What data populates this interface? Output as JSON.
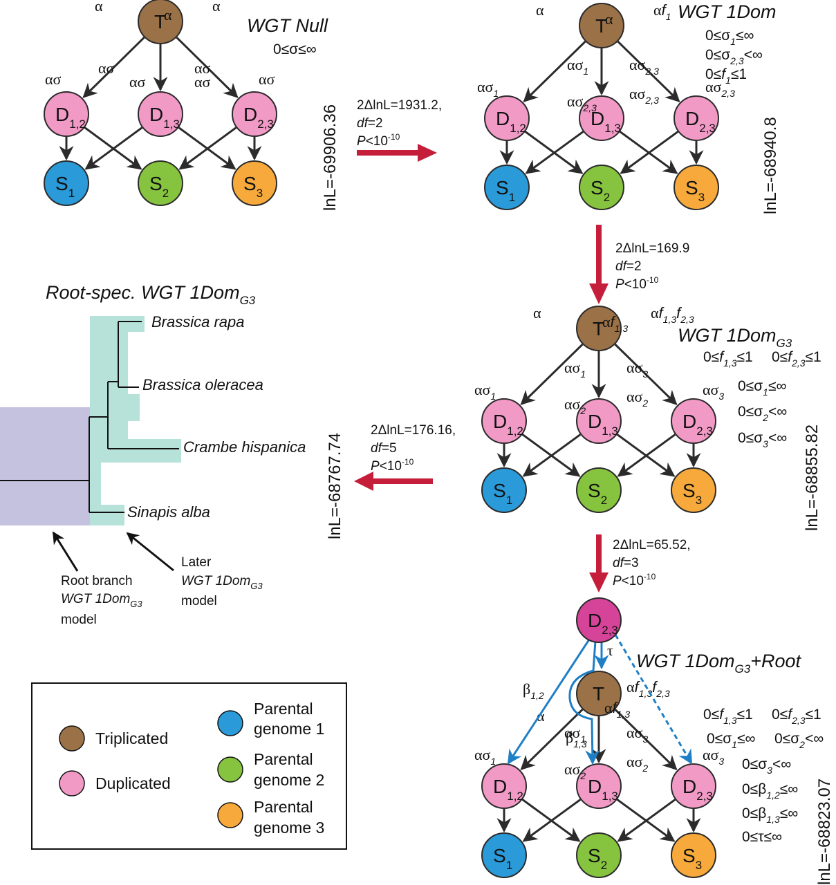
{
  "colors": {
    "triplicated": "#9b7147",
    "duplicated": "#f29ac6",
    "root_duplicated": "#d6449a",
    "genome1": "#2a9ad8",
    "genome2": "#86c43f",
    "genome3": "#f7aa3b",
    "test_arrow": "#c41e3a",
    "root_edge": "#1f7fc6",
    "root_branch_shade": "#c5c2e0",
    "later_shade": "#b7e2da",
    "edge": "#2b2b2b"
  },
  "models": {
    "null": {
      "title": "WGT Null",
      "constraints": [
        "0≤σ≤∞"
      ],
      "lnl": "lnL=-69906.36",
      "edges": {
        "t_d12": "α",
        "t_d13": "α",
        "t_d23": "α",
        "d12_s1": "ασ",
        "d12_s2": "ασ",
        "d13_s1": "ασ",
        "d13_s3": "ασ",
        "d23_s2": "ασ",
        "d23_s3": "ασ"
      }
    },
    "onedom": {
      "title": "WGT 1Dom",
      "constraints": [
        {
          "pre": "0≤σ",
          "sub": "1",
          "post": "≤∞"
        },
        {
          "pre": "0≤σ",
          "sub": "2,3",
          "post": "<∞"
        },
        {
          "pre": "0≤f",
          "sub": "1",
          "post": "≤1"
        }
      ],
      "lnl": "lnL=-68940.8",
      "edges": {
        "t_d12": "α",
        "t_d13": "α",
        "t_d23": {
          "main": "αf",
          "sub": "1"
        },
        "d12_s1": {
          "main": "ασ",
          "sub": "1"
        },
        "d12_s2": {
          "main": "ασ",
          "sub": "2,3"
        },
        "d13_s1": {
          "main": "ασ",
          "sub": "1"
        },
        "d13_s3": {
          "main": "ασ",
          "sub": "2,3"
        },
        "d23_s2": {
          "main": "ασ",
          "sub": "2,3"
        },
        "d23_s3": {
          "main": "ασ",
          "sub": "2,3"
        }
      }
    },
    "onedom_g3": {
      "title_main": "WGT 1Dom",
      "title_sub": "G3",
      "constraints": [
        {
          "pre": "0≤f",
          "sub": "1,3",
          "post": "≤1"
        },
        {
          "pre": "0≤f",
          "sub": "2,3",
          "post": "≤1"
        },
        {
          "pre": "0≤σ",
          "sub": "1",
          "post": "≤∞"
        },
        {
          "pre": "0≤σ",
          "sub": "2",
          "post": "<∞"
        },
        {
          "pre": "0≤σ",
          "sub": "3",
          "post": "<∞"
        }
      ],
      "lnl": "lnL=-68855.82",
      "edges": {
        "t_d12": "α",
        "t_d13": {
          "main": "αf",
          "sub": "1,3"
        },
        "t_d23": {
          "main": "αf",
          "sub": "1,3",
          "main2": "f",
          "sub2": "2,3"
        },
        "d12_s1": {
          "main": "ασ",
          "sub": "1"
        },
        "d12_s2": {
          "main": "ασ",
          "sub": "2"
        },
        "d13_s1": {
          "main": "ασ",
          "sub": "1"
        },
        "d13_s3": {
          "main": "ασ",
          "sub": "3"
        },
        "d23_s2": {
          "main": "ασ",
          "sub": "2"
        },
        "d23_s3": {
          "main": "ασ",
          "sub": "3"
        }
      }
    },
    "onedom_g3_root": {
      "title_main": "WGT 1Dom",
      "title_sub": "G3",
      "title_suffix": "+Root",
      "constraints": [
        {
          "pre": "0≤f",
          "sub": "1,3",
          "post": "≤1"
        },
        {
          "pre": "0≤f",
          "sub": "2,3",
          "post": "≤1"
        },
        {
          "pre": "0≤σ",
          "sub": "1",
          "post": "≤∞"
        },
        {
          "pre": "0≤σ",
          "sub": "2",
          "post": "<∞"
        },
        {
          "pre": "0≤σ",
          "sub": "3",
          "post": "<∞"
        },
        {
          "pre": "0≤β",
          "sub": "1,2",
          "post": "≤∞"
        },
        {
          "pre": "0≤β",
          "sub": "1,3",
          "post": "≤∞"
        },
        {
          "pre": "0≤τ≤∞",
          "sub": "",
          "post": ""
        }
      ],
      "lnl": "lnL=-68823.07",
      "root_edges": {
        "tau": "τ",
        "beta12": {
          "main": "β",
          "sub": "1,2"
        },
        "beta13": {
          "main": "β",
          "sub": "1,3"
        }
      },
      "edges": {
        "t_d12": "α",
        "t_d13": {
          "main": "αf",
          "sub": "1,3"
        },
        "t_d23": {
          "main": "αf",
          "sub": "1,3",
          "main2": "f",
          "sub2": "2,3"
        },
        "d12_s1": {
          "main": "ασ",
          "sub": "1"
        },
        "d12_s2": {
          "main": "ασ",
          "sub": "2"
        },
        "d13_s1": {
          "main": "ασ",
          "sub": "1"
        },
        "d13_s3": {
          "main": "ασ",
          "sub": "3"
        },
        "d23_s2": {
          "main": "ασ",
          "sub": "2"
        },
        "d23_s3": {
          "main": "ασ",
          "sub": "3"
        }
      }
    },
    "root_spec": {
      "title_main": "Root-spec. WGT 1Dom",
      "title_sub": "G3",
      "lnl": "lnL=-68767.74",
      "species": [
        "Brassica rapa",
        "Brassica oleracea",
        "Crambe hispanica",
        "Sinapis alba"
      ],
      "annot_root": {
        "line1": "Root branch",
        "line2_main": "WGT 1Dom",
        "line2_sub": "G3",
        "line3": "model"
      },
      "annot_later": {
        "line1": "Later",
        "line2_main": "WGT 1Dom",
        "line2_sub": "G3",
        "line3": "model"
      }
    }
  },
  "nodes": {
    "T": {
      "main": "T",
      "sub": ""
    },
    "D12": {
      "main": "D",
      "sub": "1,2"
    },
    "D13": {
      "main": "D",
      "sub": "1,3"
    },
    "D23": {
      "main": "D",
      "sub": "2,3"
    },
    "S1": {
      "main": "S",
      "sub": "1"
    },
    "S2": {
      "main": "S",
      "sub": "2"
    },
    "S3": {
      "main": "S",
      "sub": "3"
    }
  },
  "tests": [
    {
      "stat": "2ΔlnL=1931.2,",
      "df_label": "df",
      "df": "=2",
      "p_label": "P",
      "p": "<10",
      "p_exp": "-10"
    },
    {
      "stat": "2ΔlnL=169.9",
      "df_label": "df",
      "df": "=2",
      "p_label": "P",
      "p": "<10",
      "p_exp": "-10"
    },
    {
      "stat": "2ΔlnL=176.16,",
      "df_label": "df",
      "df": "=5",
      "p_label": "P",
      "p": "<10",
      "p_exp": "-10"
    },
    {
      "stat": "2ΔlnL=65.52,",
      "df_label": "df",
      "df": "=3",
      "p_label": "P",
      "p": "<10",
      "p_exp": "-10"
    }
  ],
  "legend": {
    "items": [
      {
        "key": "triplicated",
        "label": "Triplicated"
      },
      {
        "key": "duplicated",
        "label": "Duplicated"
      },
      {
        "key": "genome1",
        "label1": "Parental",
        "label2": "genome 1"
      },
      {
        "key": "genome2",
        "label1": "Parental",
        "label2": "genome 2"
      },
      {
        "key": "genome3",
        "label1": "Parental",
        "label2": "genome 3"
      }
    ]
  }
}
